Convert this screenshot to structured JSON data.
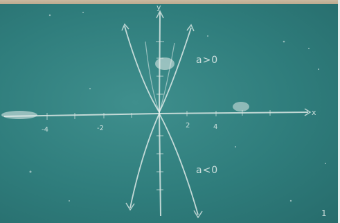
{
  "board": {
    "label_upper": "a>0",
    "label_lower": "a<0",
    "axis_y_label": "y",
    "axis_x_label": "x",
    "x_ticks": [
      "-4",
      "-2",
      "2",
      "4"
    ],
    "corner_mark": "1"
  },
  "colors": {
    "board": "#2f7d7c",
    "chalk": "#e6efec"
  }
}
